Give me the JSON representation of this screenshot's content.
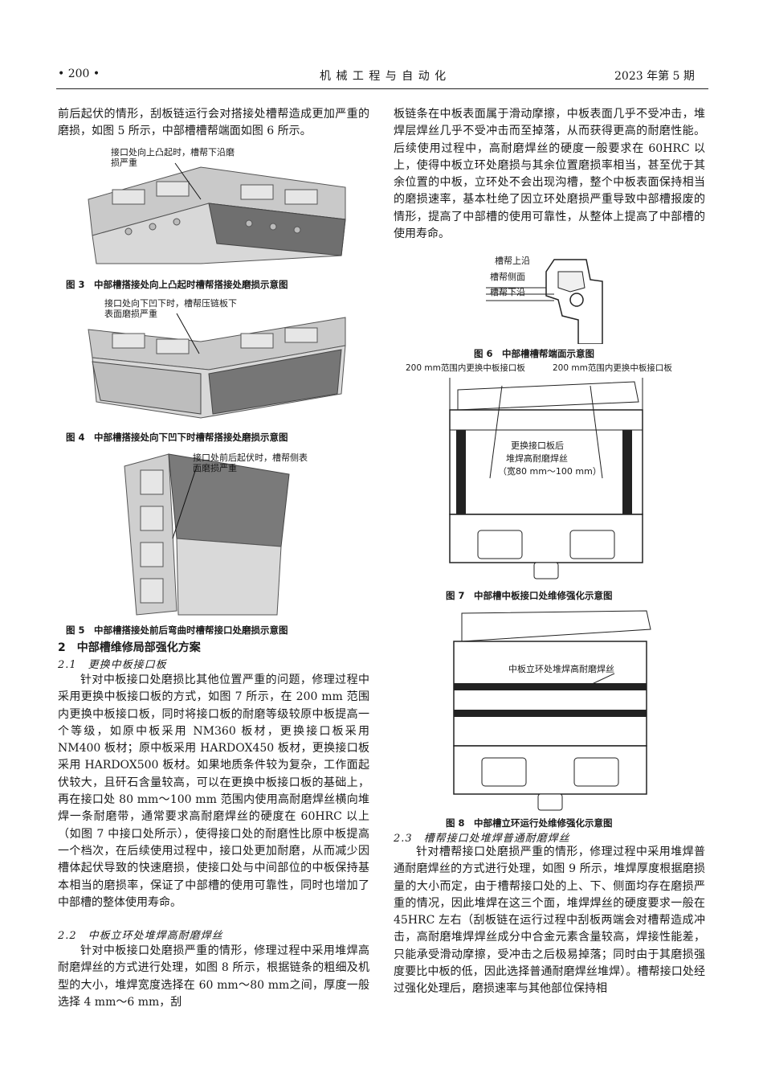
{
  "header": {
    "page": "• 200 •",
    "journal": "机 械 工 程 与 自 动 化",
    "issue": "2023 年第 5 期"
  },
  "left": {
    "p1": "前后起伏的情形，刮板链运行会对搭接处槽帮造成更加严重的磨损，如图 5 所示，中部槽槽帮端面如图 6 所示。",
    "fig3_label": "接口处向上凸起时，槽帮下沿磨损严重",
    "fig3_caption": "图 3　中部槽搭接处向上凸起时槽帮搭接处磨损示意图",
    "fig4_label": "接口处向下凹下时，槽帮压链板下表面磨损严重",
    "fig4_caption": "图 4　中部槽搭接处向下凹下时槽帮搭接处磨损示意图",
    "fig5_label": "接口处前后起伏时，槽帮侧表面磨损严重",
    "fig5_caption": "图 5　中部槽搭接处前后弯曲时槽帮接口处磨损示意图",
    "section2": "2　中部槽维修局部强化方案",
    "sub21": "2.1　更换中板接口板",
    "p21": "针对中板接口处磨损比其他位置严重的问题，修理过程中采用更换中板接口板的方式，如图 7 所示，在 200 mm 范围内更换中板接口板，同时将接口板的耐磨等级较原中板提高一个等级，如原中板采用 NM360 板材，更换接口板采用 NM400 板材；原中板采用 HARDOX450 板材，更换接口板采用 HARDOX500 板材。如果地质条件较为复杂，工作面起伏较大，且矸石含量较高，可以在更换中板接口板的基础上，再在接口处 80 mm～100 mm 范围内使用高耐磨焊丝横向堆焊一条耐磨带，通常要求高耐磨焊丝的硬度在 60HRC 以上（如图 7 中接口处所示），使得接口处的耐磨性比原中板提高一个档次，在后续使用过程中，接口处更加耐磨，从而减少因槽体起伏导致的快速磨损，使接口处与中间部位的中板保持基本相当的磨损率，保证了中部槽的使用可靠性，同时也增加了中部槽的整体使用寿命。",
    "sub22": "2.2　中板立环处堆焊高耐磨焊丝",
    "p22": "针对中板接口处磨损严重的情形，修理过程中采用堆焊高耐磨焊丝的方式进行处理，如图 8 所示，根据链条的粗细及机型的大小，堆焊宽度选择在 60 mm～80 mm之间，厚度一般选择 4 mm～6 mm，刮"
  },
  "right": {
    "p1": "板链条在中板表面属于滑动摩擦，中板表面几乎不受冲击，堆焊层焊丝几乎不受冲击而至掉落，从而获得更高的耐磨性能。后续使用过程中，高耐磨焊丝的硬度一般要求在 60HRC 以上，使得中板立环处磨损与其余位置磨损率相当，甚至优于其余位置的中板，立环处不会出现沟槽，整个中板表面保持相当的磨损速率，基本杜绝了因立环处磨损严重导致中部槽报废的情形，提高了中部槽的使用可靠性，从整体上提高了中部槽的使用寿命。",
    "fig6_labels": [
      "槽帮上沿",
      "槽帮侧面",
      "槽帮下沿"
    ],
    "fig6_caption": "图 6　中部槽槽帮端面示意图",
    "fig7_top_left": "200 mm范围内更换中板接口板",
    "fig7_top_right": "200 mm范围内更换中板接口板",
    "fig7_center": [
      "更换接口板后",
      "堆焊高耐磨焊丝",
      "（宽80 mm～100 mm）"
    ],
    "fig7_caption": "图 7　中部槽中板接口处维修强化示意图",
    "fig8_label": "中板立环处堆焊高耐磨焊丝",
    "fig8_caption": "图 8　中部槽立环运行处维修强化示意图",
    "sub23": "2.3　槽帮接口处堆焊普通耐磨焊丝",
    "p23": "针对槽帮接口处磨损严重的情形，修理过程中采用堆焊普通耐磨焊丝的方式进行处理，如图 9 所示，堆焊厚度根据磨损量的大小而定，由于槽帮接口处的上、下、侧面均存在磨损严重的情况，因此堆焊在这三个面，堆焊焊丝的硬度要求一般在 45HRC 左右（刮板链在运行过程中刮板两端会对槽帮造成冲击，高耐磨堆焊焊丝成分中合金元素含量较高，焊接性能差，只能承受滑动摩擦，受冲击之后极易掉落；同时由于其磨损强度要比中板的低，因此选择普通耐磨焊丝堆焊）。槽帮接口处经过强化处理后，磨损速率与其他部位保持相"
  }
}
